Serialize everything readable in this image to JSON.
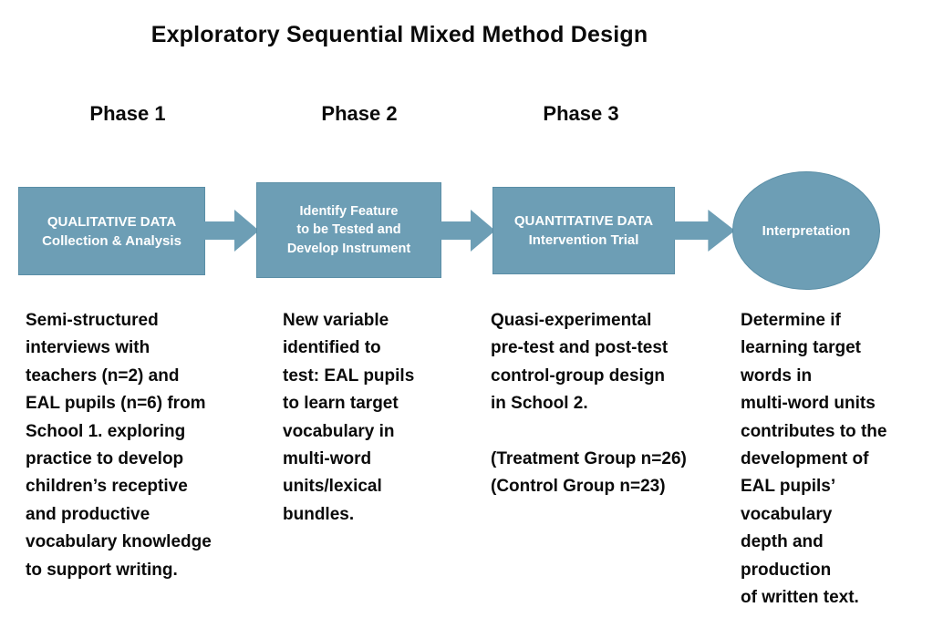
{
  "title": "Exploratory Sequential Mixed Method Design",
  "phases": [
    {
      "label": "Phase 1",
      "box_text": "QUALITATIVE DATA\nCollection & Analysis",
      "description": "Semi-structured\ninterviews with\nteachers (n=2) and\nEAL pupils (n=6) from\nSchool 1. exploring\npractice to develop\nchildren’s receptive\nand productive\nvocabulary knowledge\nto support writing."
    },
    {
      "label": "Phase 2",
      "box_text": "Identify Feature\nto be Tested and\nDevelop Instrument",
      "description": "New variable\nidentified to\ntest: EAL pupils\nto learn target\nvocabulary in\nmulti-word\nunits/lexical\nbundles."
    },
    {
      "label": "Phase 3",
      "box_text": "QUANTITATIVE DATA\nIntervention Trial",
      "description": "Quasi-experimental\npre-test and post-test\ncontrol-group design\nin School 2.\n\n(Treatment Group n=26)\n(Control Group n=23)"
    }
  ],
  "interpretation": {
    "label": "Interpretation",
    "description": "Determine if\nlearning target\nwords in\nmulti-word units\ncontributes to the\ndevelopment of\nEAL pupils’\nvocabulary\ndepth and\nproduction\nof written text."
  },
  "colors": {
    "shape_fill": "#6d9eb5",
    "shape_border": "#5a8ea6",
    "shape_text": "#ffffff",
    "body_text": "#0a0a0a"
  }
}
